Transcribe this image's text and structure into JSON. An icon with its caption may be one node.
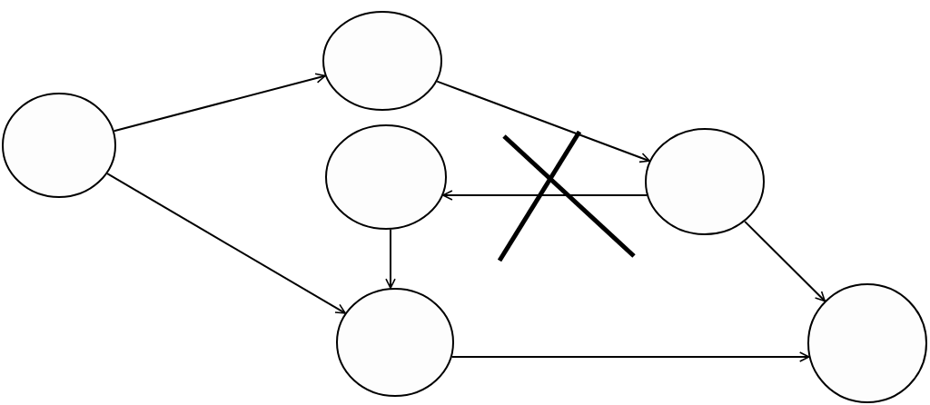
{
  "diagram": {
    "nodes": [
      {
        "text": [],
        "shape": "circle"
      },
      {
        "text": [],
        "shape": "circle"
      },
      {
        "text": [],
        "shape": "circle"
      },
      {
        "text": [],
        "shape": "circle"
      },
      {
        "text": [],
        "shape": "circle"
      },
      {
        "text": [],
        "shape": "circle"
      }
    ],
    "edges": [
      {
        "from": 0,
        "to": 1,
        "arrow": "to"
      },
      {
        "from": 0,
        "to": 4,
        "arrow": "to"
      },
      {
        "from": 1,
        "to": 3,
        "arrow": "to"
      },
      {
        "from": 3,
        "to": 2,
        "arrow": "to"
      },
      {
        "from": 2,
        "to": 4,
        "arrow": "to"
      },
      {
        "from": 3,
        "to": 5,
        "arrow": "to"
      },
      {
        "from": 4,
        "to": 5,
        "arrow": "to"
      }
    ]
  }
}
